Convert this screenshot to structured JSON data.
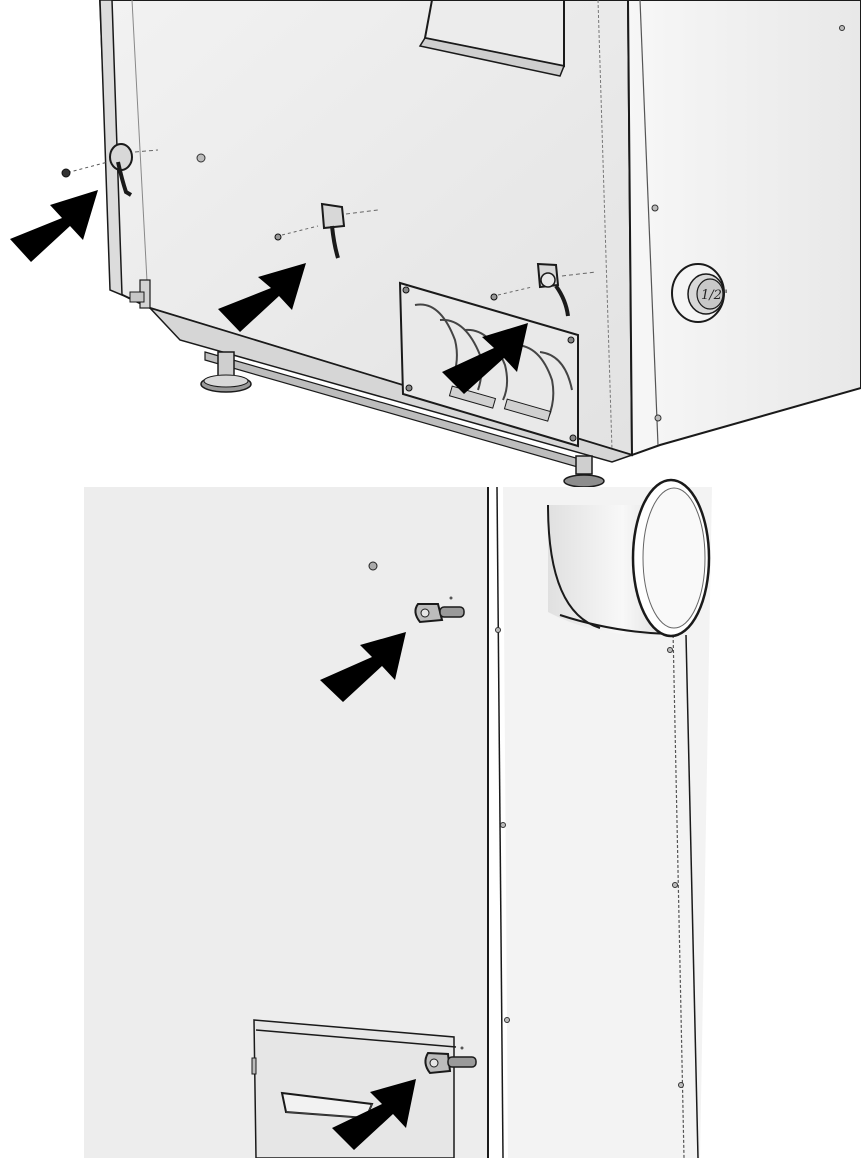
{
  "figure": {
    "panels": [
      {
        "id": "top",
        "callout_count": 3
      },
      {
        "id": "bottom",
        "callout_count": 2
      }
    ],
    "connector_label": "1/2\"",
    "colors": {
      "panel_fill": "#eeeeee",
      "panel_shade": "#e3e3e3",
      "outline": "#1a1a1a",
      "arrow": "#000000",
      "background": "#ffffff"
    },
    "icons": [
      "arrow-callout",
      "screw",
      "cable-clip",
      "adjustable-foot",
      "water-connector",
      "pipe-outlet",
      "service-cover"
    ]
  }
}
